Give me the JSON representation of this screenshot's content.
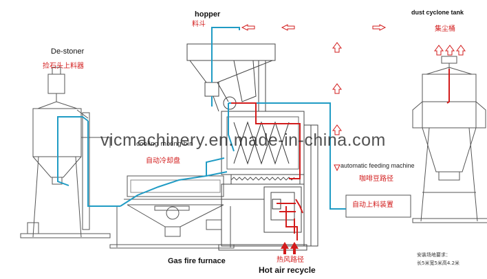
{
  "labels": {
    "hopper_en": "hopper",
    "hopper_cn": "料斗",
    "destoner_en": "De-stoner",
    "destoner_cn": "捡石头上料器",
    "cooling_en": "cooling mixing bin",
    "cooling_cn": "自动冷却盘",
    "feeder_en": "automatic feeding machine",
    "bean_path_cn": "咖啡豆路径",
    "feeder_box_cn": "自动上料装置",
    "cyclone_en": "dust cyclone tank",
    "cyclone_cn": "集尘桶",
    "gas_en": "Gas fire furnace",
    "hot_air_cn": "热风路径",
    "hot_air_en": "Hot air recycle",
    "install_cn": "安装场地要求：",
    "install_dims": "长5米宽5米高4.2米"
  },
  "watermark": "vicmachinery.en.made-in-china.com",
  "colors": {
    "bean_path": "#1f9bc4",
    "hot_air_path": "#d21b1b",
    "machine_line": "#444444"
  },
  "icons": [
    "arrow-up-icon",
    "arrow-left-icon",
    "arrow-right-icon",
    "arrow-down-icon"
  ]
}
